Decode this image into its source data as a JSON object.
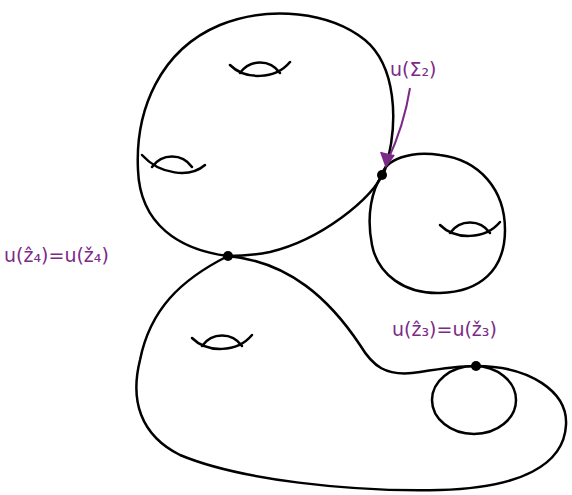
{
  "diagram": {
    "labels": [
      "u(Σ₂)",
      "u(ẑ₄)=u(ž₄)",
      "u(ẑ₃)=u(ž₃)"
    ]
  }
}
